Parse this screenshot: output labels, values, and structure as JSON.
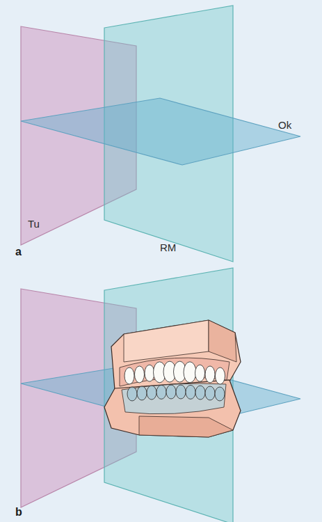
{
  "diagram": {
    "labels": [
      "Ok",
      "Tu",
      "RM",
      "a",
      "b"
    ]
  }
}
